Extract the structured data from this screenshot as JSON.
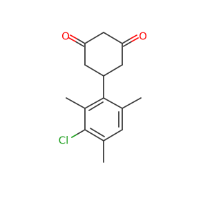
{
  "molecule": {
    "atoms": {
      "o1": {
        "symbol": "O",
        "color": "#ff0d0d"
      },
      "o2": {
        "symbol": "O",
        "color": "#ff0d0d"
      },
      "cl": {
        "symbol": "Cl",
        "color": "#1fa01f"
      }
    },
    "bond_color": "#3b3b3b"
  }
}
